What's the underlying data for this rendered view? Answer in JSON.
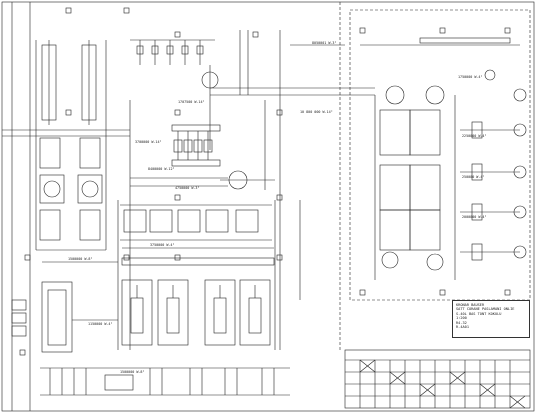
{
  "drawing": {
    "type": "piping and instrumentation plan",
    "colors": {
      "line": "#222222",
      "background": "#ffffff"
    }
  },
  "title_block": {
    "lines": [
      "KRONAR BAUSER",
      "SATT CORANE PASLAMANI ONLIE",
      "S-40L BAS TONT KOKULU",
      "1:200",
      "R4-32",
      "R-4A01"
    ]
  },
  "line_labels": [
    {
      "id": "lbl-1",
      "text": "8050001 W-3\""
    },
    {
      "id": "lbl-2",
      "text": "1707500 W-14\""
    },
    {
      "id": "lbl-3",
      "text": "10 800 000 W-14\""
    },
    {
      "id": "lbl-4",
      "text": "3700000 W-14\""
    },
    {
      "id": "lbl-5",
      "text": "8400000 W-12\""
    },
    {
      "id": "lbl-6",
      "text": "4750000 W-3\""
    },
    {
      "id": "lbl-7",
      "text": "3750000 W-4\""
    },
    {
      "id": "lbl-8",
      "text": "1500000 W-8\""
    },
    {
      "id": "lbl-9",
      "text": "1150000 W-4\""
    },
    {
      "id": "lbl-10",
      "text": "1750000 W-4\""
    },
    {
      "id": "lbl-11",
      "text": "2250000 W-4\""
    },
    {
      "id": "lbl-12",
      "text": "250000 W-4\""
    },
    {
      "id": "lbl-13",
      "text": "2000000 W-4\""
    },
    {
      "id": "lbl-14",
      "text": "1500000 W-8\""
    }
  ]
}
